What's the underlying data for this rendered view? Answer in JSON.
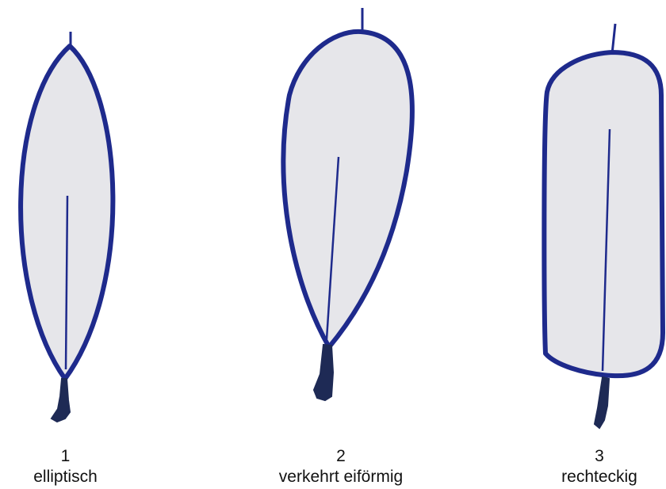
{
  "colors": {
    "outline": "#1e2a8c",
    "fill": "#e6e6ea",
    "background": "#ffffff"
  },
  "leaves": [
    {
      "number": "1",
      "name": "elliptisch"
    },
    {
      "number": "2",
      "name": "verkehrt eiförmig"
    },
    {
      "number": "3",
      "name": "rechteckig"
    }
  ]
}
